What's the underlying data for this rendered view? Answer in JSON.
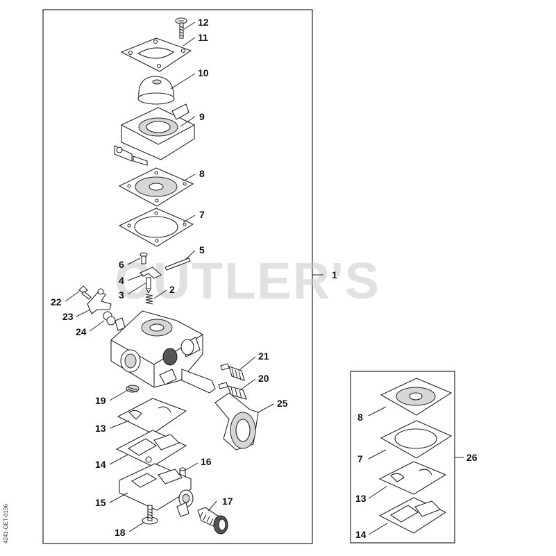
{
  "watermark": "CUTLER'S",
  "side_code": "4241-GET-0196",
  "callouts": {
    "p1": "1",
    "p2": "2",
    "p3": "3",
    "p4": "4",
    "p5": "5",
    "p6": "6",
    "p7": "7",
    "p8": "8",
    "p9": "9",
    "p10": "10",
    "p11": "11",
    "p12": "12",
    "p13": "13",
    "p14": "14",
    "p15": "15",
    "p16": "16",
    "p17": "17",
    "p18": "18",
    "p19": "19",
    "p20": "20",
    "p21": "21",
    "p22": "22",
    "p23": "23",
    "p24": "24",
    "p25": "25"
  },
  "kit_callouts": {
    "k8": "8",
    "k7": "7",
    "k13": "13",
    "k14": "14",
    "k26": "26"
  }
}
